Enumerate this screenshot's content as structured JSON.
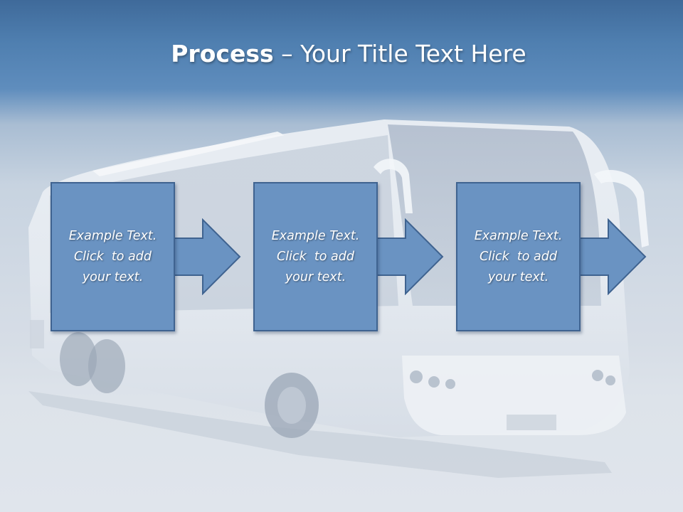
{
  "slide": {
    "title_bold": "Process",
    "title_rest": " – Your Title Text Here",
    "steps": [
      {
        "line1": "Example Text.",
        "line2": "Click  to add",
        "line3": "your text."
      },
      {
        "line1": "Example Text.",
        "line2": "Click  to add",
        "line3": "your text."
      },
      {
        "line1": "Example Text.",
        "line2": "Click  to add",
        "line3": "your text."
      }
    ]
  },
  "colors": {
    "box_fill": "#6a93c2",
    "box_border": "#3f6390",
    "title_band": "#4f7fb0"
  }
}
